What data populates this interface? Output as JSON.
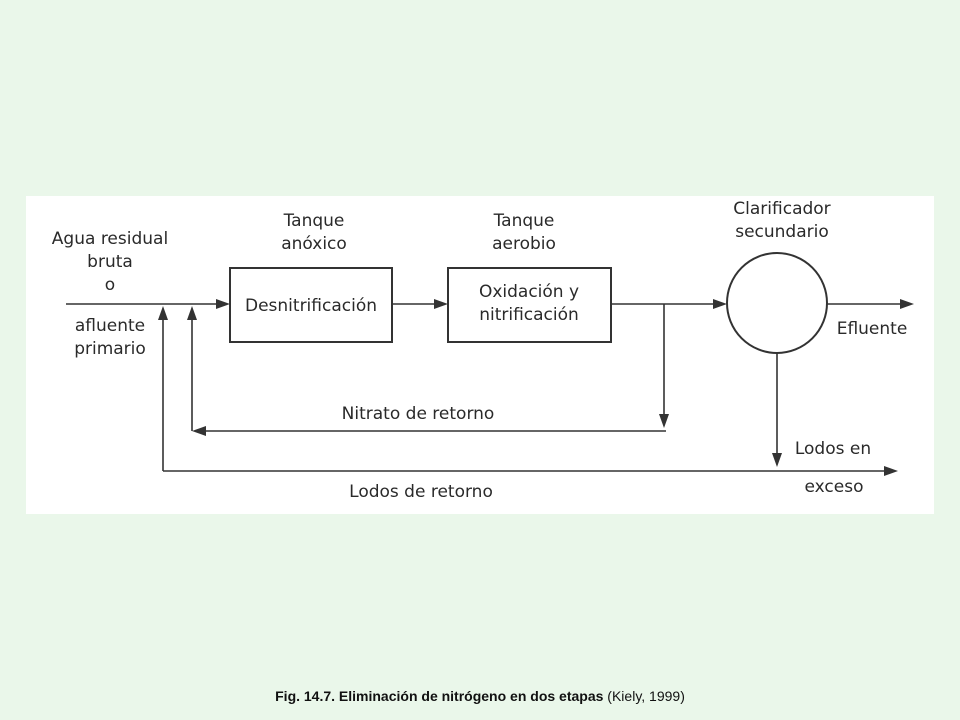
{
  "diagram": {
    "input_label": [
      "Agua residual",
      "bruta",
      "o",
      "afluente",
      "primario"
    ],
    "tank1_title": [
      "Tanque",
      "anóxico"
    ],
    "tank1_box": "Desnitrificación",
    "tank2_title": [
      "Tanque",
      "aerobio"
    ],
    "tank2_box": [
      "Oxidación y",
      "nitrificación"
    ],
    "clarifier_title": [
      "Clarificador",
      "secundario"
    ],
    "effluent": "Efluente",
    "nitrate_return": "Nitrato de retorno",
    "sludge_return": "Lodos de retorno",
    "excess_sludge": [
      "Lodos en",
      "exceso"
    ]
  },
  "caption": {
    "bold": "Fig. 14.7. Eliminación de nitrógeno en dos etapas",
    "normal": " (Kiely, 1999)"
  }
}
